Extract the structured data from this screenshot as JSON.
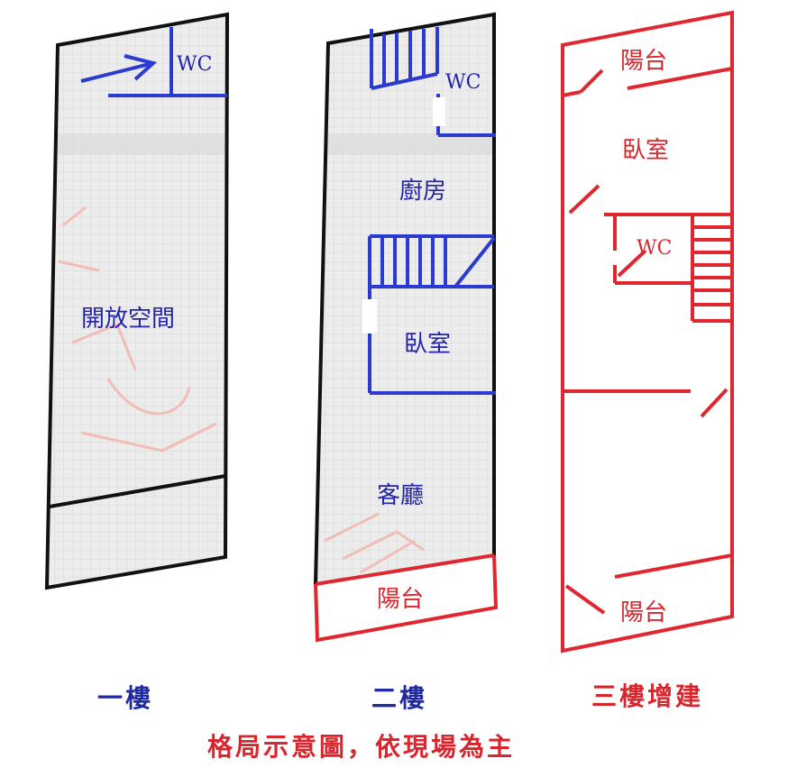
{
  "colors": {
    "blue": "#2b3bd0",
    "red": "#e0272f",
    "black": "#111111",
    "caption_red": "#d8262e",
    "caption_blue": "#1f2aa0"
  },
  "floor1": {
    "caption": "一樓",
    "rooms": {
      "wc": "WC",
      "open_space": "開放空間"
    }
  },
  "floor2": {
    "caption": "二樓",
    "rooms": {
      "wc": "WC",
      "kitchen": "廚房",
      "bedroom": "臥室",
      "living_room": "客廳",
      "balcony": "陽台"
    }
  },
  "floor3": {
    "caption": "三樓增建",
    "rooms": {
      "balcony_top": "陽台",
      "bedroom": "臥室",
      "wc": "WC",
      "balcony_bottom": "陽台"
    }
  },
  "footer": {
    "note": "格局示意圖，依現場為主"
  }
}
